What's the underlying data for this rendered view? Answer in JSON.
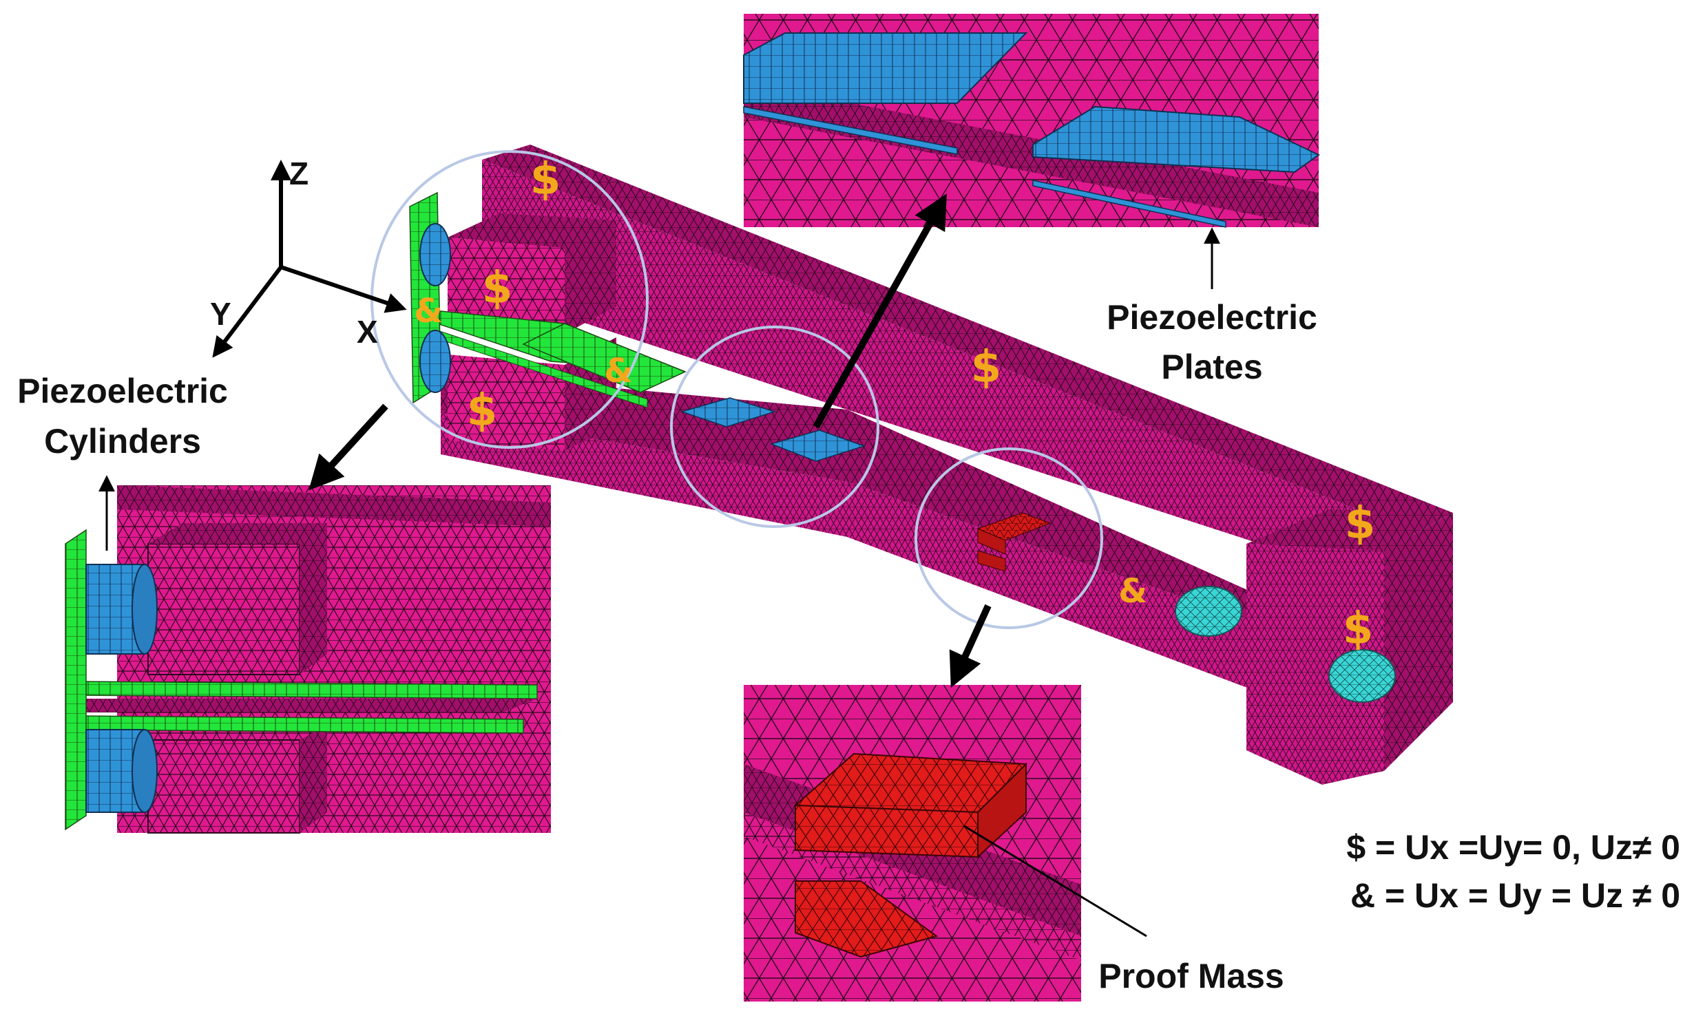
{
  "colors": {
    "background": "#ffffff",
    "mesh_magenta": "#e0198f",
    "mesh_magenta_dark": "#a20f6a",
    "mesh_magenta_top": "#c2127c",
    "mesh_green": "#22e63a",
    "mesh_blue": "#2f93d8",
    "mesh_cyan": "#3ad6d6",
    "mesh_red": "#e21b1b",
    "mesh_lines": "#2a0a1e",
    "highlight_circle": "#b9c8e6",
    "marker_color": "#f3a81c",
    "label_color": "#111111"
  },
  "axes": {
    "z": "Z",
    "y": "Y",
    "x": "X"
  },
  "labels": {
    "piezo_cylinders_line1": "Piezoelectric",
    "piezo_cylinders_line2": "Cylinders",
    "piezo_plates_line1": "Piezoelectric",
    "piezo_plates_line2": "Plates",
    "proof_mass": "Proof Mass"
  },
  "markers": {
    "dollar": "$",
    "ampersand": "&"
  },
  "legend": {
    "line1": "$ = Ux =Uy= 0, Uz≠ 0",
    "line2": "& = Ux = Uy = Uz ≠ 0"
  },
  "icons": [
    "coordinate-axes-icon",
    "arrow-icon",
    "highlight-circle-icon"
  ]
}
